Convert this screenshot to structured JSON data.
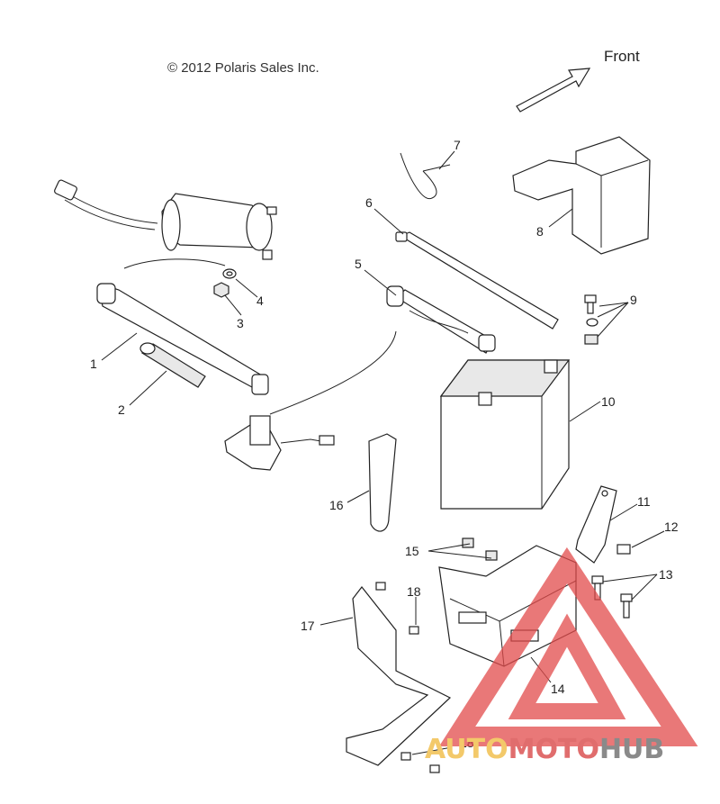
{
  "copyright": "© 2012 Polaris Sales Inc.",
  "direction_label": "Front",
  "callouts": [
    "1",
    "2",
    "3",
    "4",
    "5",
    "6",
    "7",
    "8",
    "9",
    "10",
    "11",
    "12",
    "13",
    "14",
    "15",
    "16",
    "17",
    "18",
    "18"
  ],
  "watermark": {
    "part1": "AUTO",
    "part2": "MOTO",
    "part3": "HUB",
    "colors": {
      "auto": "#f3c96a",
      "moto": "#e06d6d",
      "hub": "#8a8a8a",
      "triangle": "#e24b4b"
    }
  }
}
